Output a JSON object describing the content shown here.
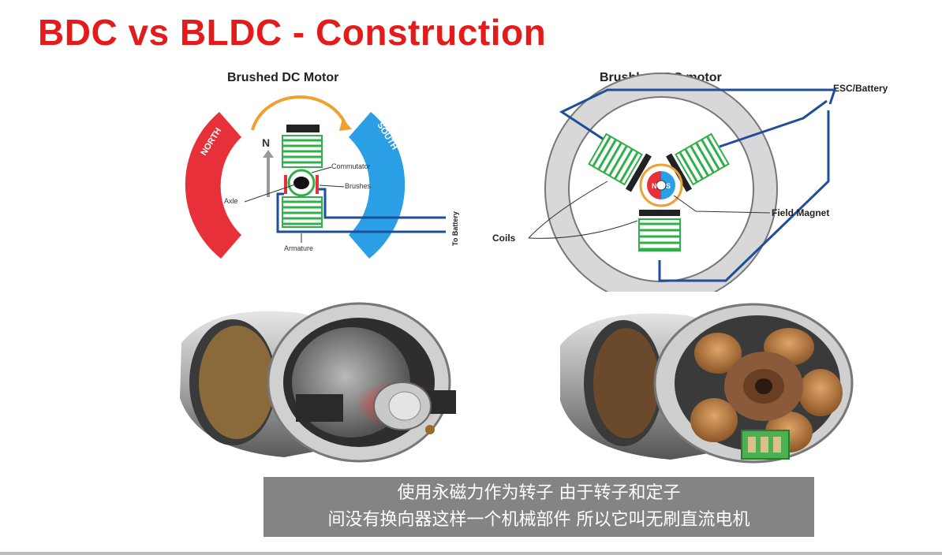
{
  "slide": {
    "title": "BDC vs BLDC - Construction"
  },
  "brushed": {
    "heading": "Brushed DC Motor",
    "north": "NORTH",
    "south": "SOUTH",
    "n_label": "N",
    "commutator": "Commutator",
    "brushes": "Brushes",
    "axle": "Axle",
    "armature": "Armature",
    "to_battery": "To Battery"
  },
  "brushless": {
    "heading": "Brushless DC motor",
    "esc_battery": "ESC/Battery",
    "field_magnet": "Field Magnet",
    "coils": "Coils",
    "rotor_n": "N",
    "rotor_s": "S"
  },
  "subtitles": {
    "line1": "使用永磁力作为转子 由于转子和定子",
    "line2": "间没有换向器这样一个机械部件 所以它叫无刷直流电机"
  },
  "colors": {
    "title_red": "#e31b1b",
    "north_red": "#e8303a",
    "south_blue": "#2a9fe6",
    "coil_green": "#2fb04a",
    "wire_blue": "#1f4e9a",
    "arrow_orange": "#f0a030"
  }
}
